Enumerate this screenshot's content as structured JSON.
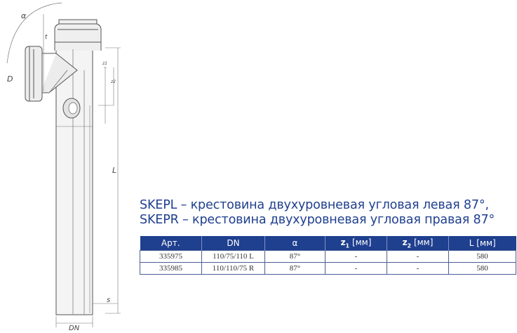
{
  "drawing": {
    "labels": {
      "alpha": "α",
      "t": "t",
      "d": "D",
      "z1": "z1",
      "z2": "z2",
      "l": "L",
      "s": "s",
      "dn": "DN"
    }
  },
  "title": {
    "line1": "SKEPL – крестовина двухуровневая угловая левая 87°,",
    "line2": "SKEPR – крестовина двухуровневая угловая правая 87°"
  },
  "table": {
    "headers": {
      "art": "Арт.",
      "dn": "DN",
      "alpha": "α",
      "z1_letter": "z",
      "z1_sub": "1",
      "z1_unit": " [мм]",
      "z2_letter": "z",
      "z2_sub": "2",
      "z2_unit": " [мм]",
      "l": "L [мм]"
    },
    "rows": [
      {
        "art": "335975",
        "dn": "110/75/110 L",
        "alpha": "87°",
        "z1": "-",
        "z2": "-",
        "l": "580"
      },
      {
        "art": "335985",
        "dn": "110/110/75 R",
        "alpha": "87°",
        "z1": "-",
        "z2": "-",
        "l": "580"
      }
    ]
  },
  "colors": {
    "accent": "#1f3f8f",
    "drawing_line": "#555555"
  }
}
